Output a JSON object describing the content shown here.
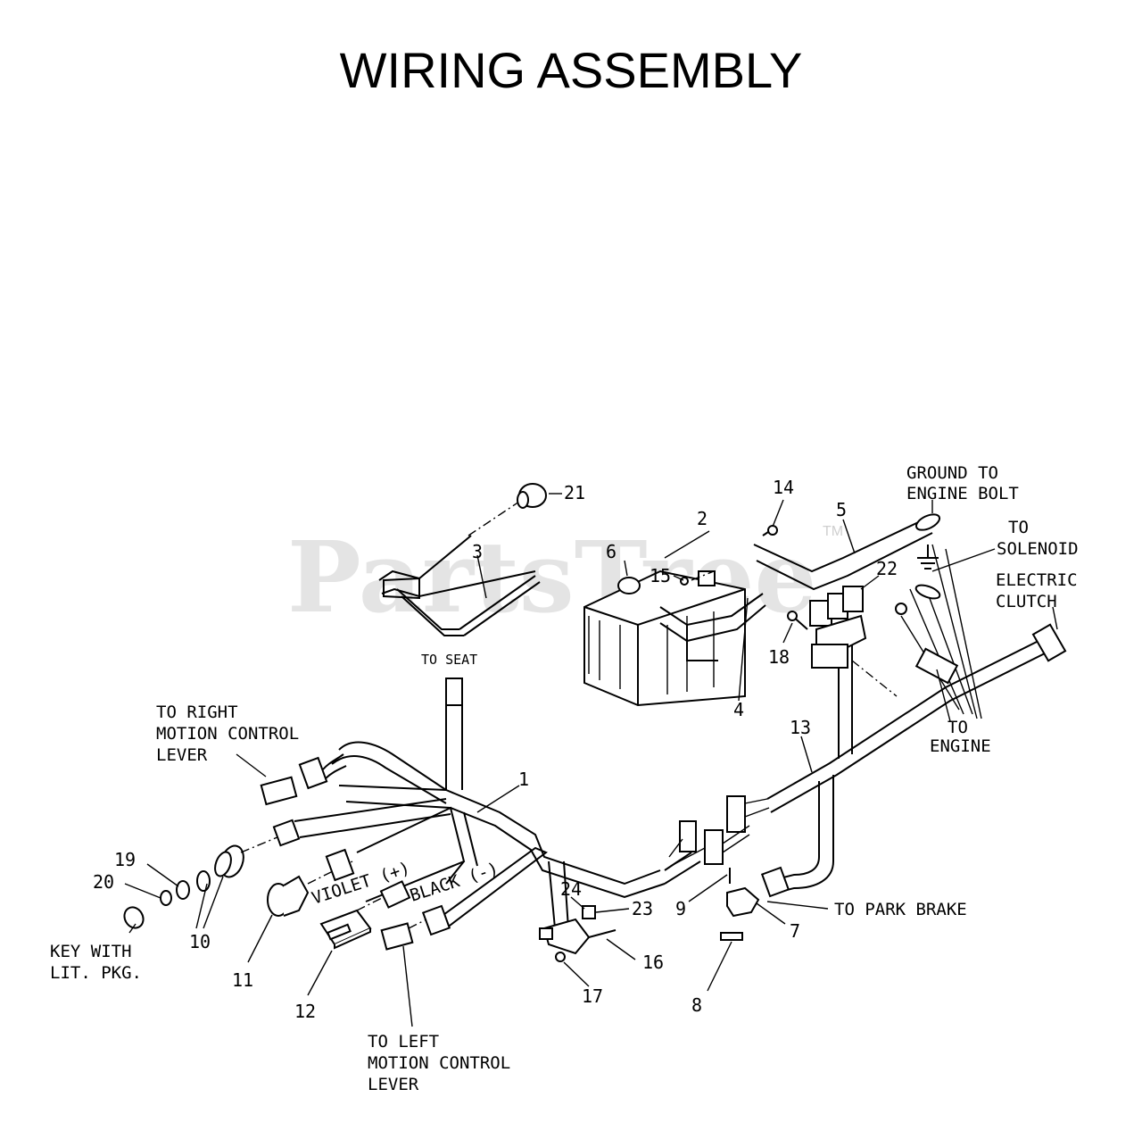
{
  "title": "WIRING ASSEMBLY",
  "watermark": {
    "text": "PartsTree",
    "trademark": "TM"
  },
  "part_numbers": [
    "1",
    "2",
    "3",
    "4",
    "5",
    "6",
    "7",
    "8",
    "9",
    "10",
    "11",
    "12",
    "13",
    "14",
    "15",
    "16",
    "17",
    "18",
    "19",
    "20",
    "21",
    "22",
    "23",
    "24"
  ],
  "callouts": {
    "to_right_motion_lever": [
      "TO RIGHT",
      "MOTION CONTROL",
      "LEVER"
    ],
    "to_left_motion_lever": [
      "TO LEFT",
      "MOTION CONTROL",
      "LEVER"
    ],
    "to_seat": "TO SEAT",
    "ground_to_engine_bolt": [
      "GROUND TO",
      "ENGINE BOLT"
    ],
    "to_solenoid": [
      "TO",
      "SOLENOID"
    ],
    "electric_clutch": [
      "ELECTRIC",
      "CLUTCH"
    ],
    "to_engine": [
      "TO",
      "ENGINE"
    ],
    "to_park_brake": "TO PARK BRAKE",
    "violet": "VIOLET (+)",
    "black": "BLACK (-)",
    "key_with_lit": [
      "KEY WITH",
      "LIT. PKG."
    ]
  }
}
